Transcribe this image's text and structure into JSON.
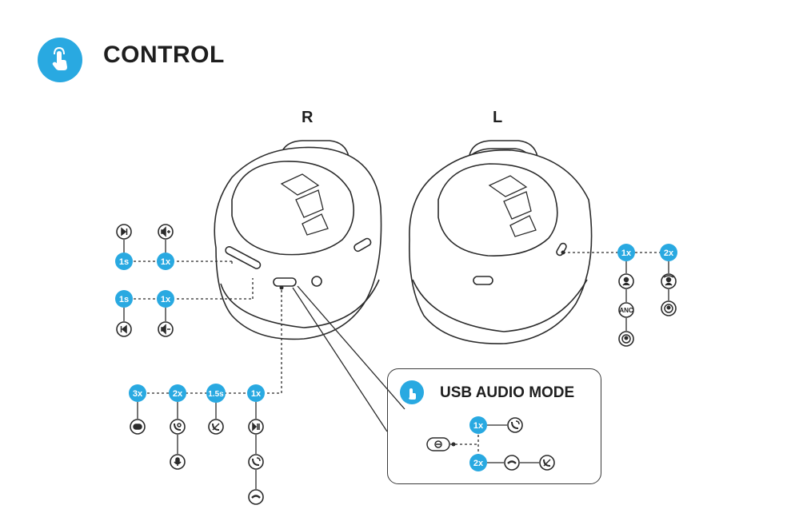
{
  "header": {
    "title": "CONTROL",
    "icon": "touch-hand-icon"
  },
  "earcups": {
    "right_label": "R",
    "left_label": "L"
  },
  "badges": {
    "r_upper_hold": "1s",
    "r_upper_press": "1x",
    "r_lower_hold": "1s",
    "r_lower_press": "1x",
    "mf_3x": "3x",
    "mf_2x": "2x",
    "mf_15s": "1.5s",
    "mf_1x": "1x",
    "l_1x": "1x",
    "l_2x": "2x",
    "usb_1x": "1x",
    "usb_2x": "2x"
  },
  "icon_labels": {
    "anc": "ANC"
  },
  "usb_panel": {
    "title": "USB AUDIO MODE"
  },
  "colors": {
    "accent": "#29a9e1",
    "line": "#2b2b2b"
  }
}
